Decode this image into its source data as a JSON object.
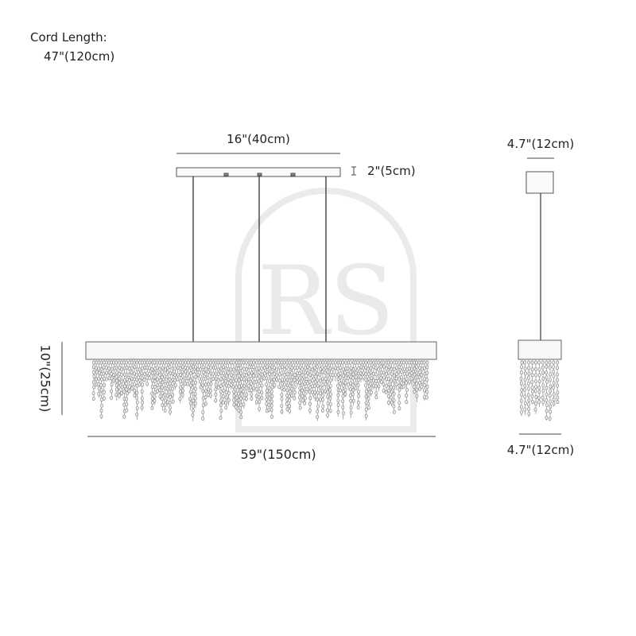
{
  "cord_length": {
    "label": "Cord Length:",
    "value": "47\"(120cm)"
  },
  "main_view": {
    "canopy_width": "16\"(40cm)",
    "canopy_height": "2\"(5cm)",
    "fixture_height": "10\"(25cm)",
    "fixture_width": "59\"(150cm)"
  },
  "side_view": {
    "canopy_width": "4.7\"(12cm)",
    "fixture_depth": "4.7\"(12cm)"
  },
  "watermark": "RS",
  "colors": {
    "line": "#444444",
    "crystal": "#8a8a8a"
  }
}
